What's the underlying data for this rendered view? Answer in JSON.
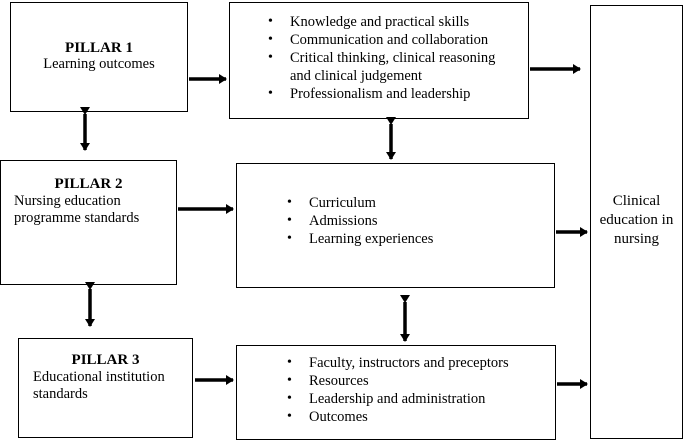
{
  "pillar1": {
    "title": "PILLAR 1",
    "subtitle": "Learning outcomes",
    "items": [
      "Knowledge and practical skills",
      "Communication and collaboration",
      "Critical thinking, clinical reasoning and clinical judgement",
      "Professionalism and leadership"
    ]
  },
  "pillar2": {
    "title": "PILLAR 2",
    "subtitle": "Nursing education programme standards",
    "items": [
      "Curriculum",
      "Admissions",
      "Learning experiences"
    ]
  },
  "pillar3": {
    "title": "PILLAR 3",
    "subtitle": "Educational institution standards",
    "items": [
      "Faculty, instructors and preceptors",
      "Resources",
      "Leadership and administration",
      "Outcomes"
    ]
  },
  "outcome": {
    "label": "Clinical education in nursing"
  },
  "colors": {
    "line": "#000000",
    "background": "#ffffff"
  }
}
